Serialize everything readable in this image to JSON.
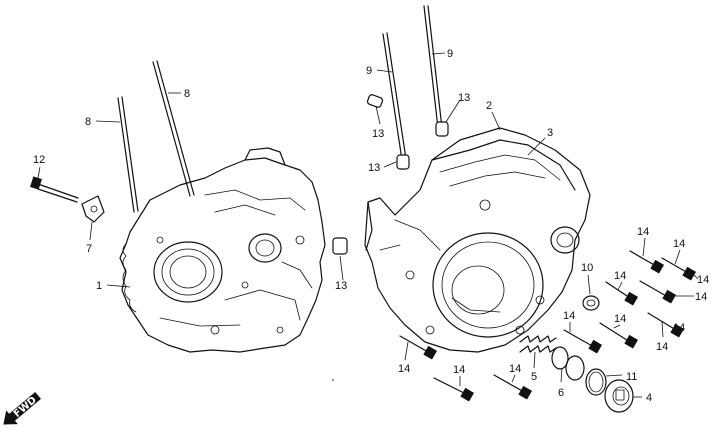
{
  "callouts": {
    "c1": "1",
    "c2": "2",
    "c3": "3",
    "c4": "4",
    "c5": "5",
    "c6": "6",
    "c7": "7",
    "c8a": "8",
    "c8b": "8",
    "c9a": "9",
    "c9b": "9",
    "c10": "10",
    "c11": "11",
    "c12": "12",
    "c13a": "13",
    "c13b": "13",
    "c13c": "13",
    "c13d": "13",
    "c14a": "14",
    "c14b": "14",
    "c14c": "14",
    "c14d": "14",
    "c14e": "14",
    "c14f": "14",
    "c14g": "14",
    "c14h": "14",
    "c14i": "14",
    "c14j": "14",
    "c14k": "14",
    "c14l": "14"
  },
  "fwd_label": "FWD"
}
